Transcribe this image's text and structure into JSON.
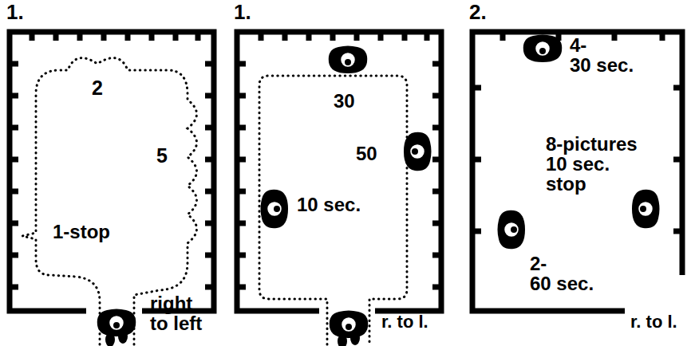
{
  "diagram": {
    "labels": [
      "1.",
      "2",
      "5",
      "1-stop",
      "right to left",
      "1.",
      "30",
      "50",
      "10 sec.",
      "r. to l.",
      "2.",
      "4- 30 sec.",
      "8-pictures 10 sec. stop",
      "2- 60 sec.",
      "r. to l."
    ]
  }
}
